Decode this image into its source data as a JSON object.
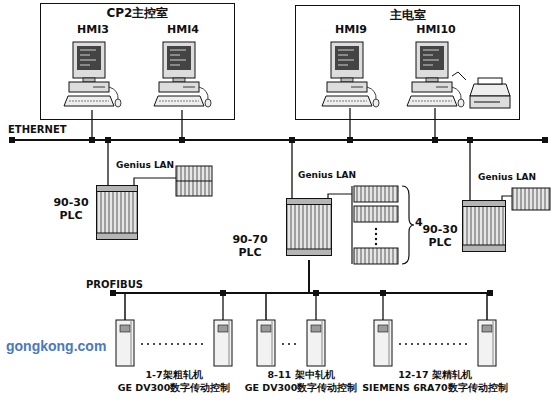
{
  "diagram": {
    "nodes": [
      {
        "text": [
          "CP2主控室"
        ]
      },
      {
        "text": [
          "HMI3"
        ],
        "in": 0
      },
      {
        "text": [
          "HMI4"
        ],
        "in": 0
      },
      {
        "text": [
          "主电室"
        ]
      },
      {
        "text": [
          "HMI9"
        ],
        "in": 3
      },
      {
        "text": [
          "HMI10"
        ],
        "in": 3
      },
      {
        "text": [
          "90-30 PLC"
        ]
      },
      {
        "text": [
          "90-70 PLC"
        ]
      },
      {
        "text": [
          "90-30 PLC"
        ]
      },
      {
        "text": [
          "1-7架粗轧机",
          "GE DV300数字传动控制"
        ]
      },
      {
        "text": [
          "8-11 架中轧机",
          "GE DV300数字传动控制"
        ]
      },
      {
        "text": [
          "12-17 架精轧机",
          "SIEMENS 6RA70数字传动控制"
        ]
      }
    ],
    "edges": [
      {
        "from": 7,
        "to": 9,
        "arrow": "none"
      },
      {
        "from": 7,
        "to": 10,
        "arrow": "none"
      },
      {
        "from": 7,
        "to": 11,
        "arrow": "none"
      }
    ],
    "labels": [
      "ETHERNET",
      "Genius LAN",
      "Genius LAN",
      "Genius LAN",
      "4",
      "PROFIBUS",
      "gongkong.com"
    ]
  }
}
